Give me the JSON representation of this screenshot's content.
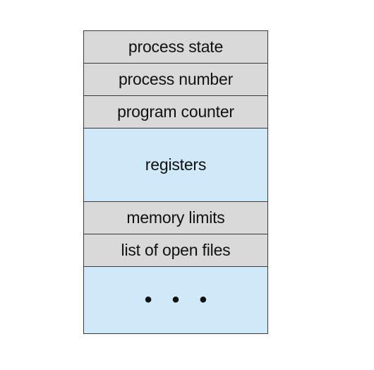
{
  "pcb": {
    "rows": [
      {
        "label": "process state"
      },
      {
        "label": "process number"
      },
      {
        "label": "program counter"
      },
      {
        "label": "registers"
      },
      {
        "label": "memory limits"
      },
      {
        "label": "list of open files"
      },
      {
        "label": "• • •"
      }
    ]
  },
  "colors": {
    "gray_row": "#d9d9da",
    "blue_row": "#cfe9f8",
    "border": "#3a3a3a"
  }
}
